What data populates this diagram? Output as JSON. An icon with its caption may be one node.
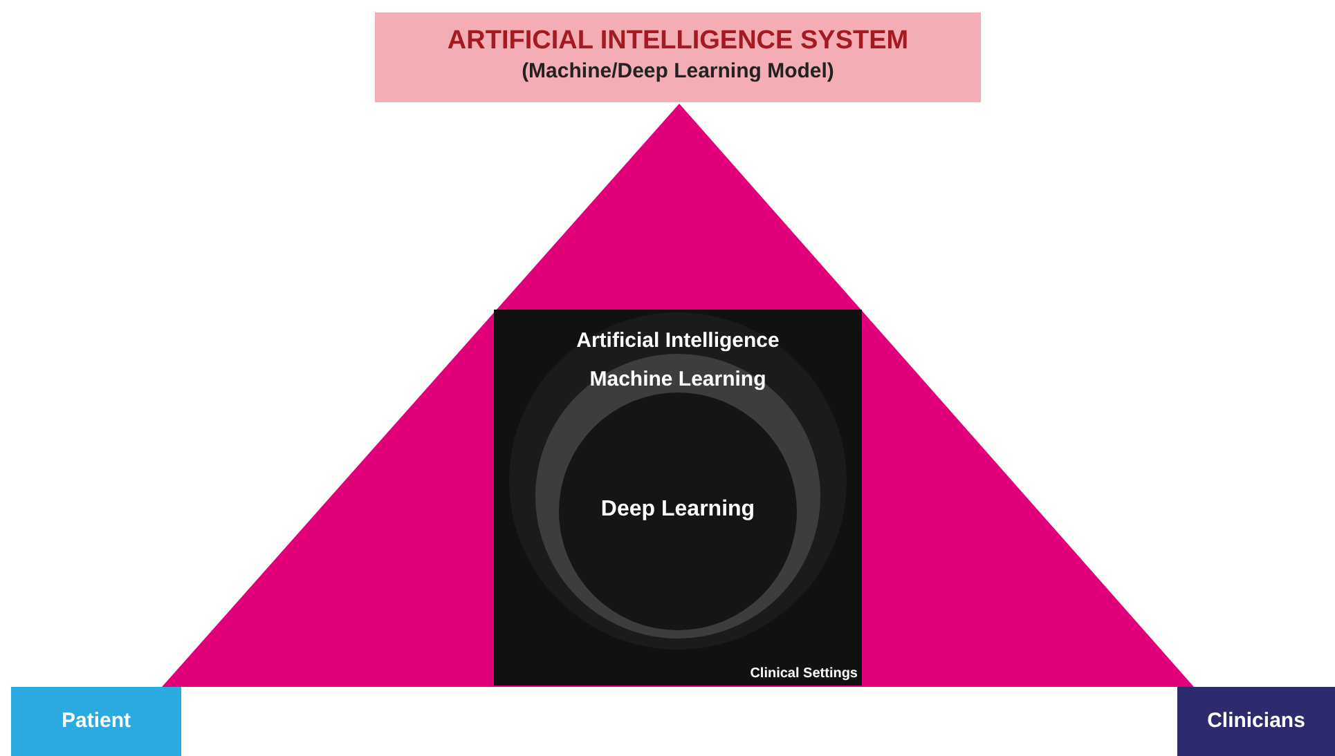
{
  "diagram": {
    "nodes": [
      {
        "text": [
          "ARTIFICIAL INTELLIGENCE SYSTEM",
          "(Machine/Deep Learning Model)"
        ]
      },
      {
        "text": [
          "Clinical Settings"
        ]
      },
      {
        "text": [
          "Artificial Intelligence"
        ],
        "in": 1
      },
      {
        "text": [
          "Machine Learning"
        ],
        "in": 2
      },
      {
        "text": [
          "Deep Learning"
        ],
        "in": 3
      },
      {
        "text": [
          "Patient"
        ]
      },
      {
        "text": [
          "Clinicians"
        ]
      }
    ],
    "edges": []
  }
}
